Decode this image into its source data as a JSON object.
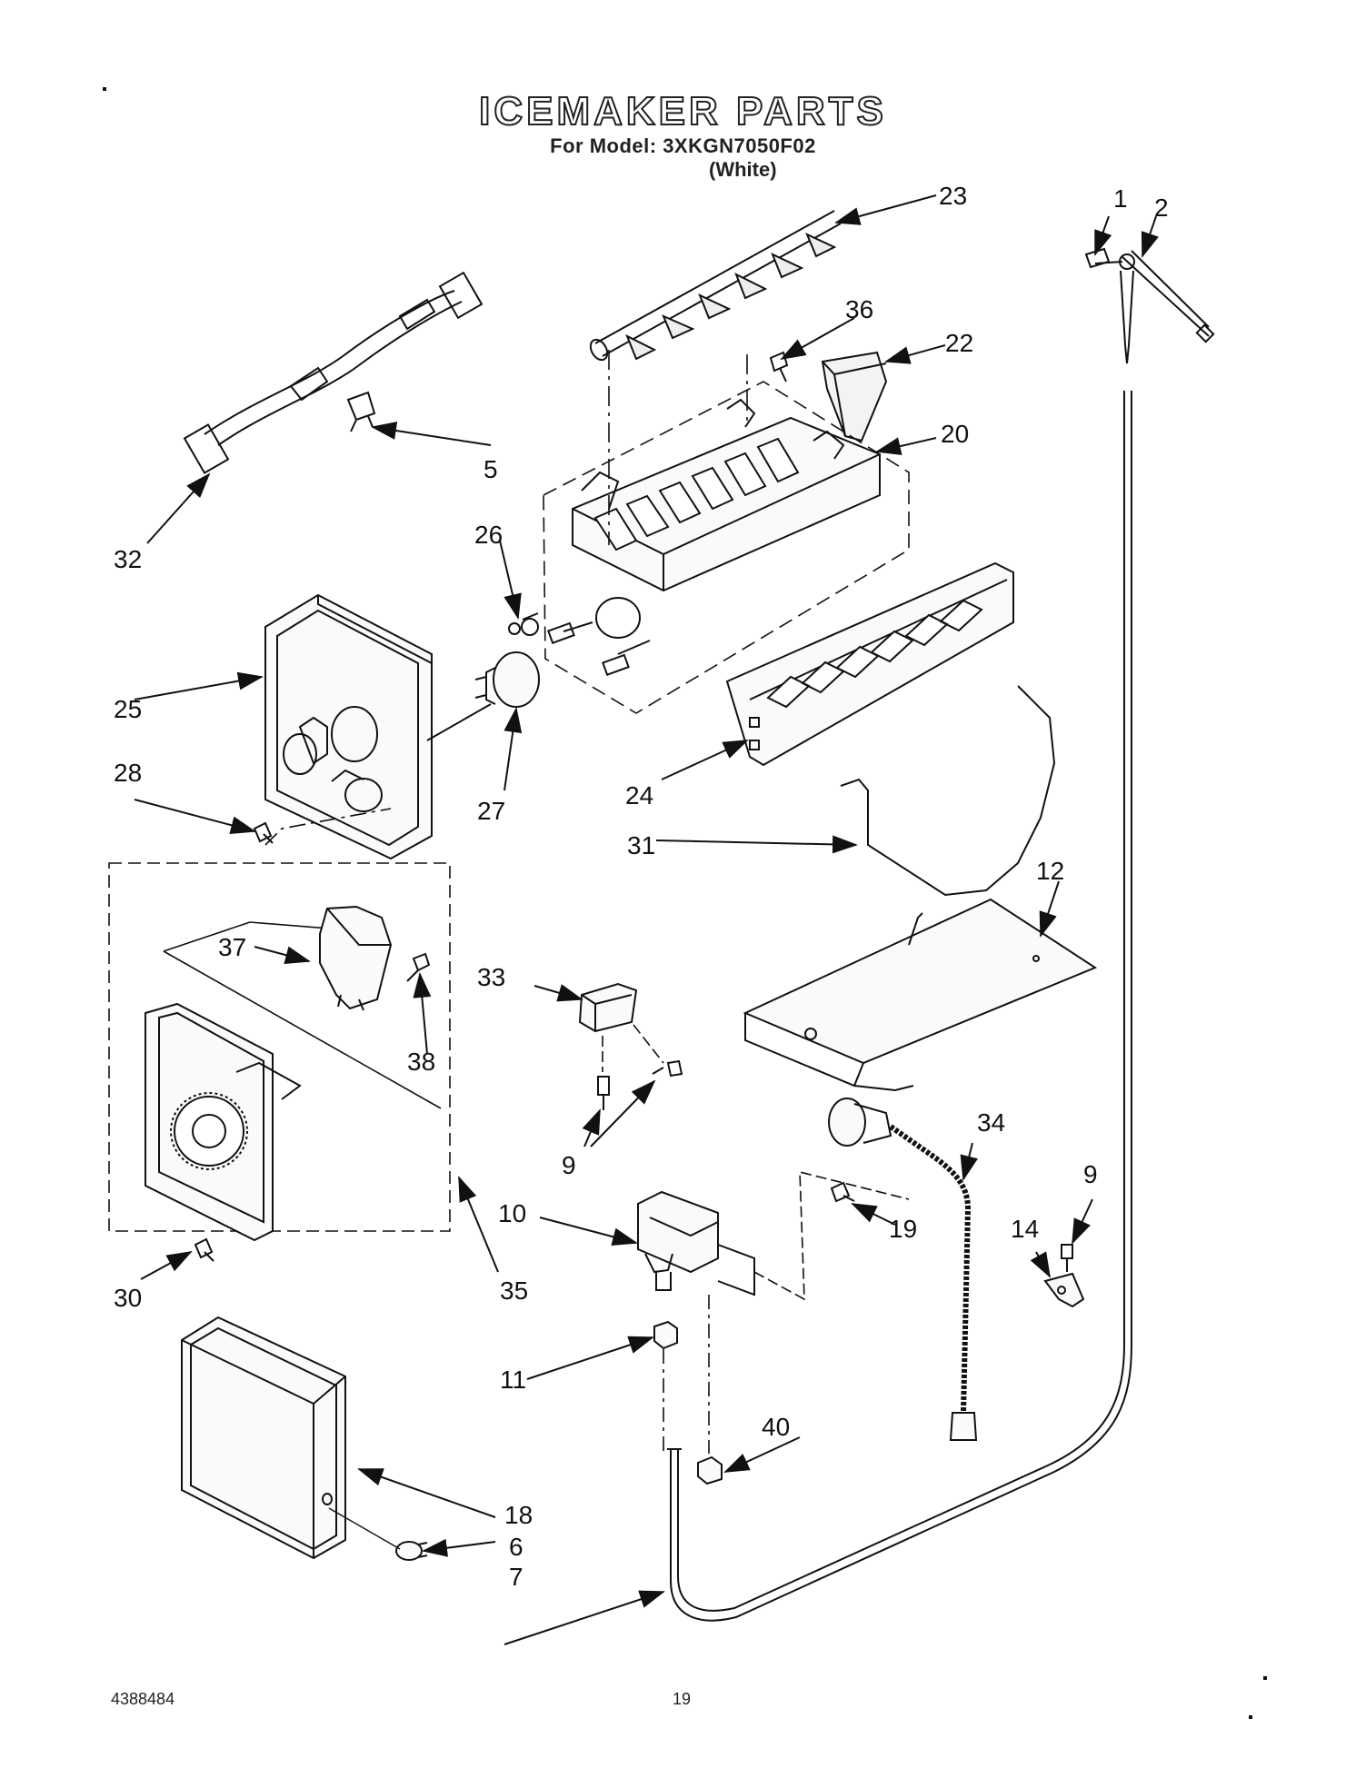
{
  "header": {
    "title": "ICEMAKER PARTS",
    "model_line": "For Model: 3XKGN7050F02",
    "color_line": "(White)"
  },
  "footer": {
    "doc_number": "4388484",
    "page_number": "19"
  },
  "callouts": {
    "c1": "1",
    "c2": "2",
    "c5": "5",
    "c6": "6",
    "c7": "7",
    "c9a": "9",
    "c9b": "9",
    "c10": "10",
    "c11": "11",
    "c12": "12",
    "c14": "14",
    "c18": "18",
    "c19": "19",
    "c20": "20",
    "c22": "22",
    "c23": "23",
    "c24": "24",
    "c25": "25",
    "c26": "26",
    "c27": "27",
    "c28": "28",
    "c30": "30",
    "c31": "31",
    "c32": "32",
    "c33": "33",
    "c34": "34",
    "c35": "35",
    "c36": "36",
    "c37": "37",
    "c38": "38",
    "c40": "40"
  }
}
